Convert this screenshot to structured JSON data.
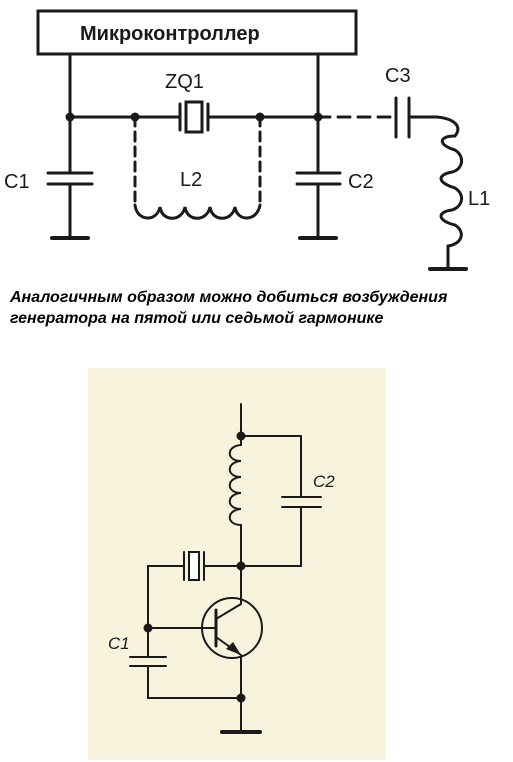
{
  "top_diagram": {
    "mcu_label": "Микроконтроллер",
    "crystal_label": "ZQ1",
    "labels": {
      "c1": "C1",
      "c2": "C2",
      "c3": "C3",
      "l1": "L1",
      "l2": "L2"
    }
  },
  "caption": "Аналогичным образом можно добиться возбуждения генератора на пятой или седьмой гармонике",
  "bottom_diagram": {
    "labels": {
      "c1": "C1",
      "c2": "C2"
    }
  },
  "colors": {
    "panel_bg": "#f7f3dd",
    "ink": "#1a1a1a"
  }
}
